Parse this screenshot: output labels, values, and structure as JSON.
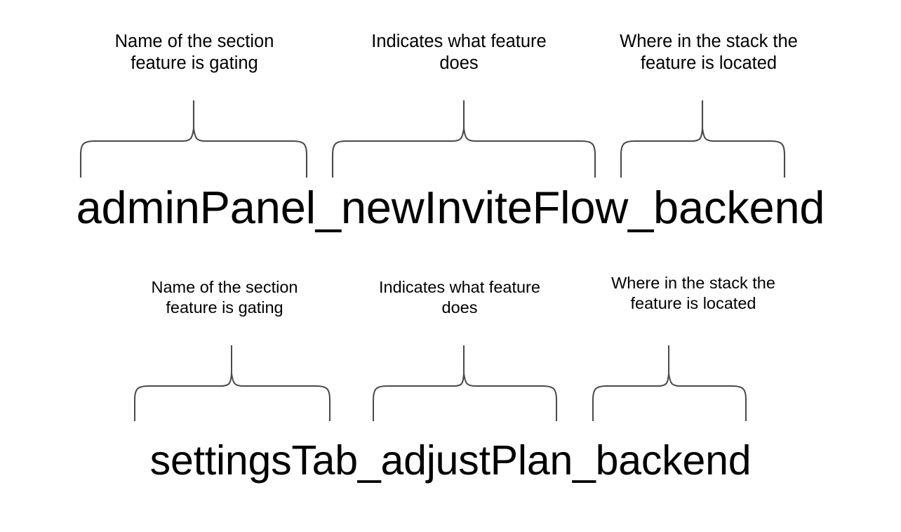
{
  "page": {
    "background_color": "#ffffff",
    "text_color": "#000000",
    "brace_color": "#4a4a4a"
  },
  "rows": [
    {
      "id": "row-1",
      "captions": [
        "Name of the section\nfeature is gating",
        "Indicates what feature\ndoes",
        "Where in the stack the\nfeature is located"
      ],
      "flag_name": "adminPanel_newInviteFlow_backend",
      "segments": [
        "adminPanel",
        "newInviteFlow",
        "backend"
      ]
    },
    {
      "id": "row-2",
      "captions": [
        "Name of the section\nfeature is gating",
        "Indicates what feature\ndoes",
        "Where in the stack the\nfeature is located"
      ],
      "flag_name": "settingsTab_adjustPlan_backend",
      "segments": [
        "settingsTab",
        "adjustPlan",
        "backend"
      ]
    }
  ]
}
